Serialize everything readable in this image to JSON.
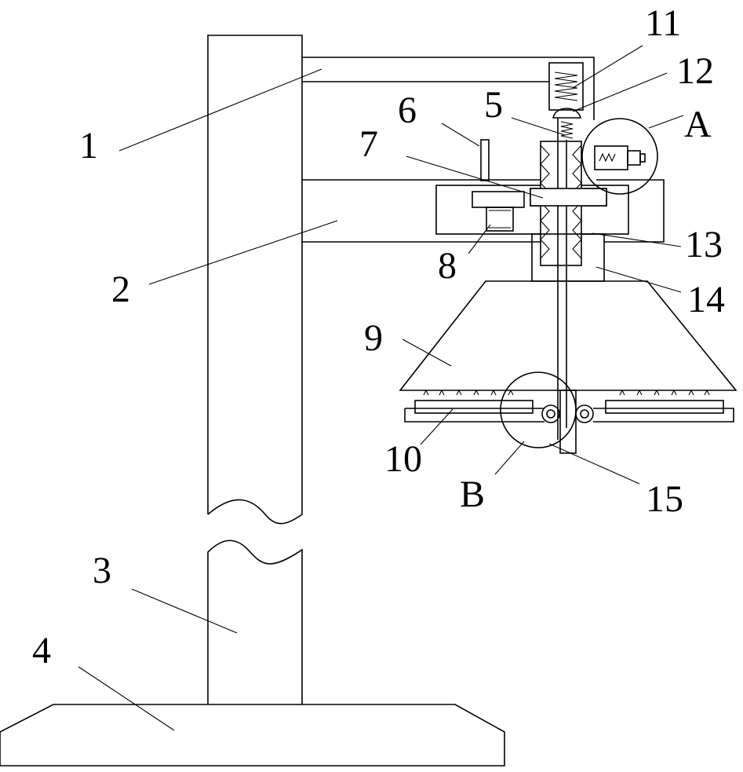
{
  "labels": {
    "l1": "1",
    "l2": "2",
    "l3": "3",
    "l4": "4",
    "l5": "5",
    "l6": "6",
    "l7": "7",
    "l8": "8",
    "l9": "9",
    "l10": "10",
    "l11": "11",
    "l12": "12",
    "l13": "13",
    "l14": "14",
    "l15": "15",
    "lA": "A",
    "lB": "B"
  }
}
